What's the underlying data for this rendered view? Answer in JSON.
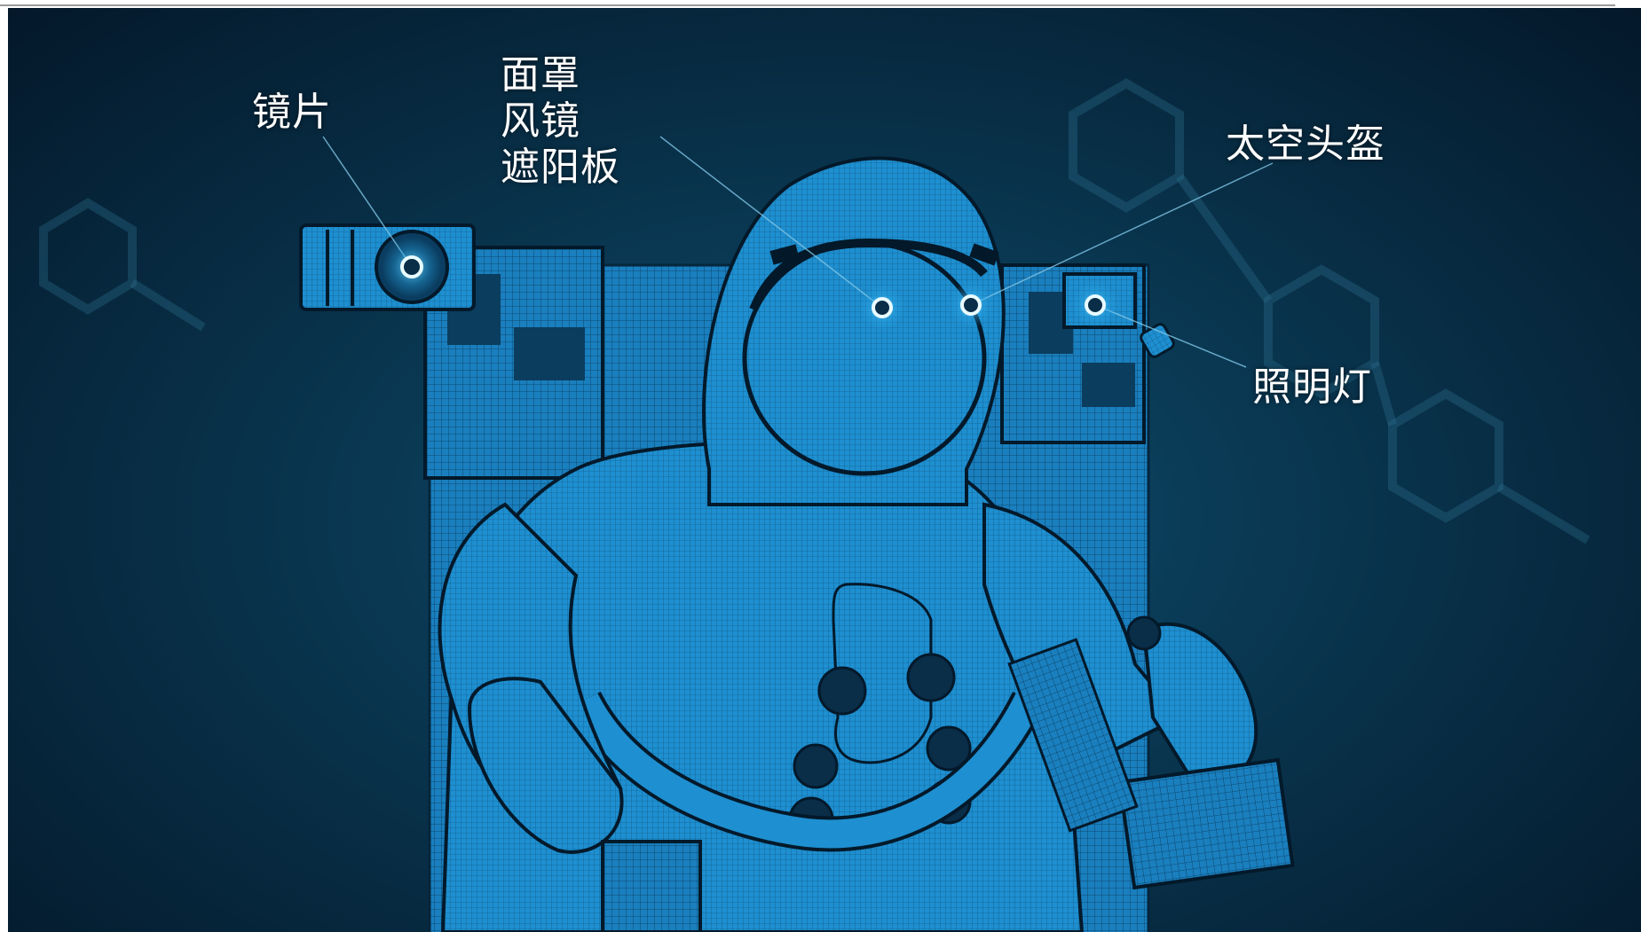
{
  "callouts": {
    "lens": "镜片",
    "visor": {
      "line1": "面罩",
      "line2": "风镜",
      "line3": "遮阳板"
    },
    "helmet": "太空头盔",
    "lamp": "照明灯"
  },
  "colors": {
    "background_center": "#0e4f6e",
    "background_edge": "#04182a",
    "suit_blue": "#1e8fd0",
    "hotspot_glow": "#5fd4ff",
    "leader_line": "#7fc6e6"
  }
}
